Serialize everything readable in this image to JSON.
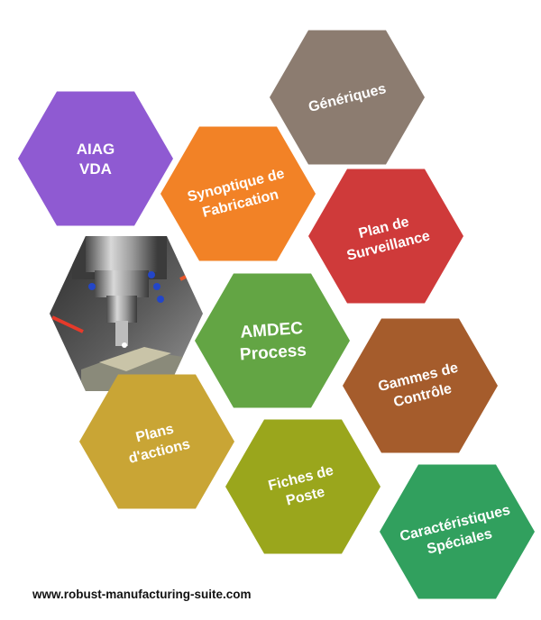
{
  "diagram": {
    "hexagons": [
      {
        "id": "generiques",
        "lines": [
          "Génériques"
        ],
        "color": "#8C7C70"
      },
      {
        "id": "aiag-vda",
        "lines": [
          "AIAG",
          "VDA"
        ],
        "color": "#8F5AD2"
      },
      {
        "id": "synoptique",
        "lines": [
          "Synoptique de",
          "Fabrication"
        ],
        "color": "#F28226"
      },
      {
        "id": "plan-surveillance",
        "lines": [
          "Plan de",
          "Surveillance"
        ],
        "color": "#CF3A3A"
      },
      {
        "id": "amdec",
        "lines": [
          "AMDEC",
          "Process"
        ],
        "color": "#63A544"
      },
      {
        "id": "gammes",
        "lines": [
          "Gammes de",
          "Contrôle"
        ],
        "color": "#A55C2C"
      },
      {
        "id": "plans-actions",
        "lines": [
          "Plans",
          "d'actions"
        ],
        "color": "#C9A535"
      },
      {
        "id": "fiches-poste",
        "lines": [
          "Fiches de",
          "Poste"
        ],
        "color": "#9AA61C"
      },
      {
        "id": "caracteristiques",
        "lines": [
          "Caractéristiques",
          "Spéciales"
        ],
        "color": "#31A05E"
      }
    ],
    "photo": {
      "icon": "cnc-machine-photo"
    }
  },
  "footer": {
    "url": "www.robust-manufacturing-suite.com"
  }
}
